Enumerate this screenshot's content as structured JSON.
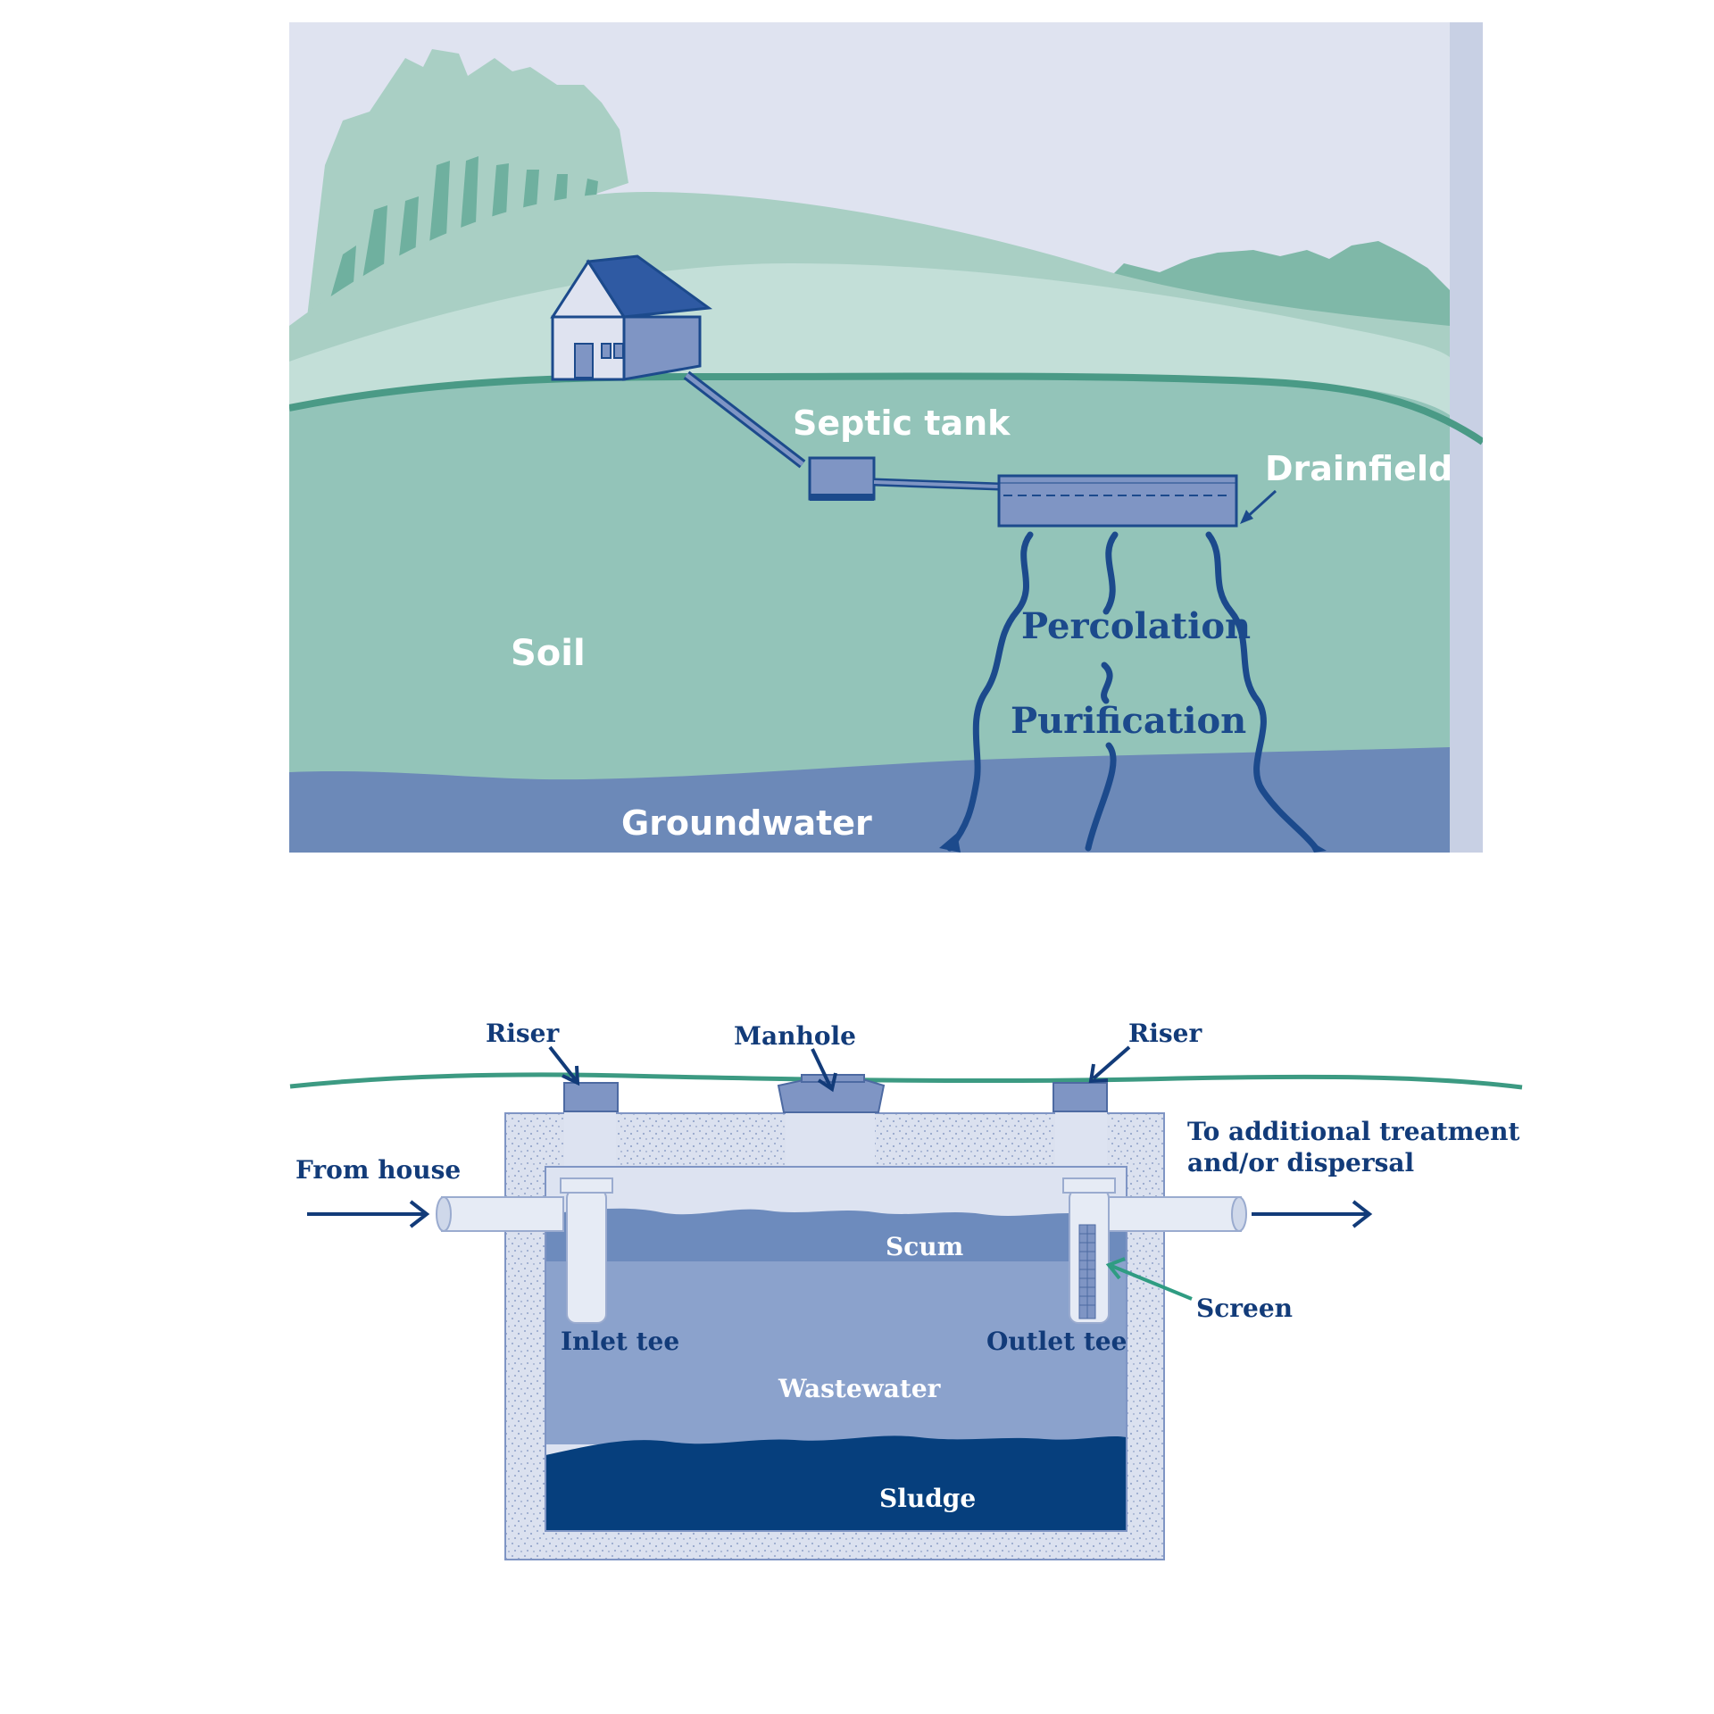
{
  "landscape": {
    "labels": {
      "septic_tank": "Septic tank",
      "drainfield": "Drainfield",
      "soil": "Soil",
      "percolation": "Percolation",
      "purification": "Purification",
      "groundwater": "Groundwater"
    },
    "colors": {
      "sky": "#dfe3f0",
      "far_hills": "#a9cfc4",
      "trees": "#6fb09f",
      "near_hill": "#c3dfd8",
      "soil": "#93c4b9",
      "ground_line": "#4a9a86",
      "groundwater": "#6c89b8",
      "flow_lines": "#1c4a8c",
      "tank": "#7f95c4"
    }
  },
  "septic_tank_diagram": {
    "labels": {
      "riser_left": "Riser",
      "manhole": "Manhole",
      "riser_right": "Riser",
      "from_house": "From house",
      "to_treatment_line1": "To additional treatment",
      "to_treatment_line2": "and/or dispersal",
      "scum": "Scum",
      "screen": "Screen",
      "inlet_tee": "Inlet tee",
      "outlet_tee": "Outlet tee",
      "wastewater": "Wastewater",
      "sludge": "Sludge"
    },
    "colors": {
      "ground_line": "#3c9a82",
      "concrete": "#dbe1ef",
      "air": "#dde3f1",
      "scum": "#6d8bbd",
      "wastewater": "#8ba2cc",
      "sludge": "#063f7d",
      "pipe": "#e6ebf5",
      "arrow": "#123b79",
      "screen_pointer": "#2f9c82"
    }
  }
}
